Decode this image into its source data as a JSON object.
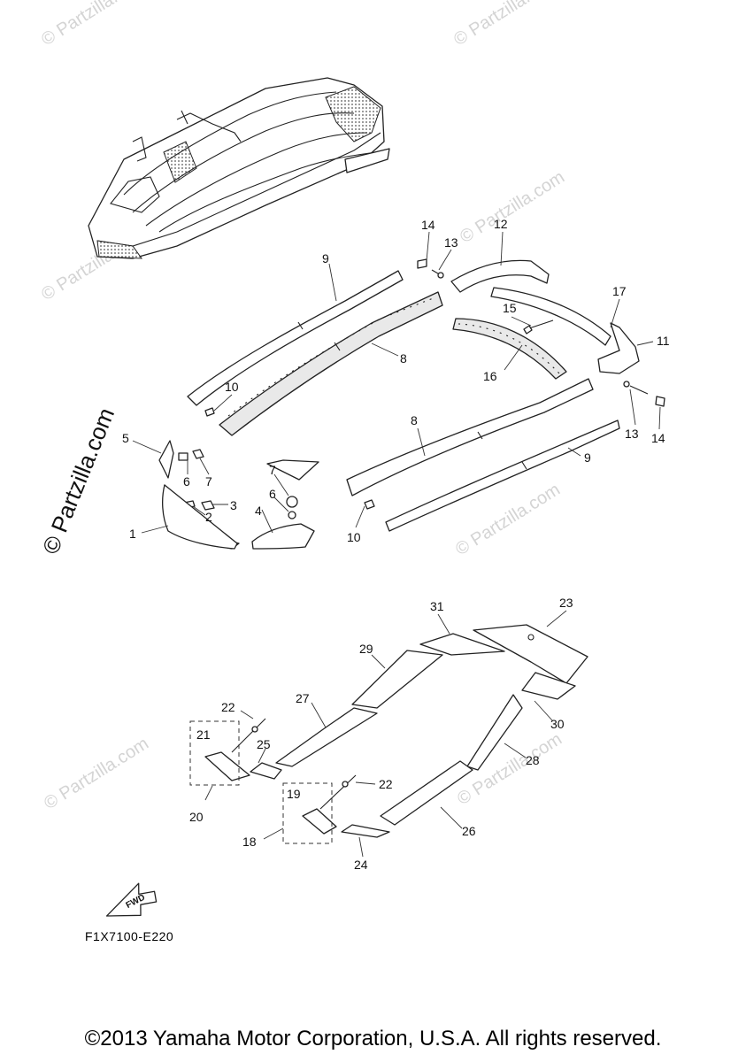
{
  "watermark": {
    "text": "© Partzilla.com",
    "side_text": "© Partzilla.com"
  },
  "diagram_code": "F1X7100-E220",
  "fwd_label": "FWD",
  "copyright": "©2013 Yamaha Motor Corporation, U.S.A. All rights reserved.",
  "callouts": {
    "c1": "1",
    "c2": "2",
    "c3": "3",
    "c4": "4",
    "c5": "5",
    "c6a": "6",
    "c6b": "6",
    "c7a": "7",
    "c7b": "7",
    "c8a": "8",
    "c8b": "8",
    "c9a": "9",
    "c9b": "9",
    "c10a": "10",
    "c10b": "10",
    "c11": "11",
    "c12": "12",
    "c13a": "13",
    "c13b": "13",
    "c14a": "14",
    "c14b": "14",
    "c15": "15",
    "c16": "16",
    "c17": "17",
    "c18": "18",
    "c19": "19",
    "c20": "20",
    "c21": "21",
    "c22a": "22",
    "c22b": "22",
    "c23": "23",
    "c24": "24",
    "c25": "25",
    "c26": "26",
    "c27": "27",
    "c28": "28",
    "c29": "29",
    "c30": "30",
    "c31": "31"
  }
}
